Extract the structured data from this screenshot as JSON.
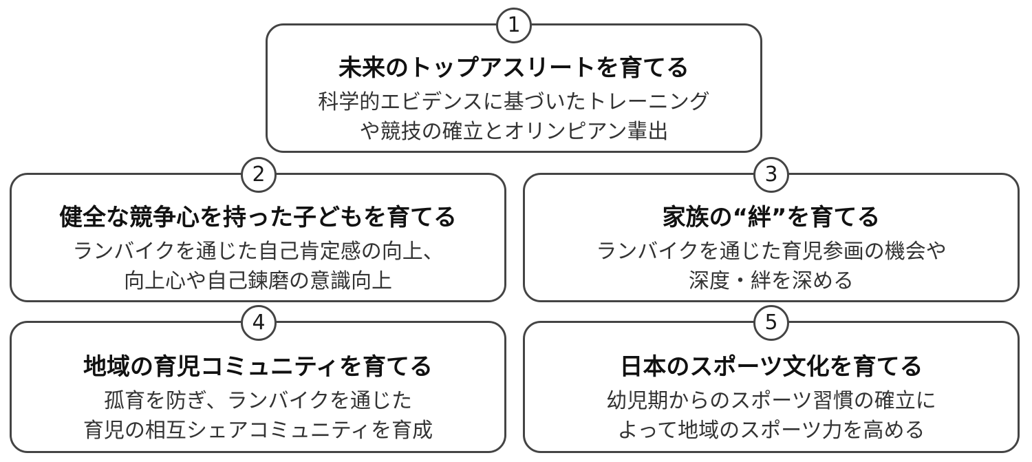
{
  "items": [
    {
      "number": "1",
      "title": "未来のトップアスリートを育てる",
      "desc_lines": [
        "科学的エビデンスに基づいたトレーニング",
        "や競技の確立とオリンピアン輩出"
      ]
    },
    {
      "number": "2",
      "title": "健全な競争心を持った子どもを育てる",
      "desc_lines": [
        "ランバイクを通じた自己肯定感の向上、",
        "向上心や自己鍊磨の意識向上"
      ]
    },
    {
      "number": "3",
      "title": "家族の“絆”を育てる",
      "desc_lines": [
        "ランバイクを通じた育児参画の機会や",
        "深度・絆を深める"
      ]
    },
    {
      "number": "4",
      "title": "地域の育児コミュニティを育てる",
      "desc_lines": [
        "孤育を防ぎ、ランバイクを通じた",
        "育児の相互シェアコミュニティを育成"
      ]
    },
    {
      "number": "5",
      "title": "日本のスポーツ文化を育てる",
      "desc_lines": [
        "幼児期からのスポーツ習慣の確立に",
        "よって地域のスポーツ力を高める"
      ]
    }
  ]
}
